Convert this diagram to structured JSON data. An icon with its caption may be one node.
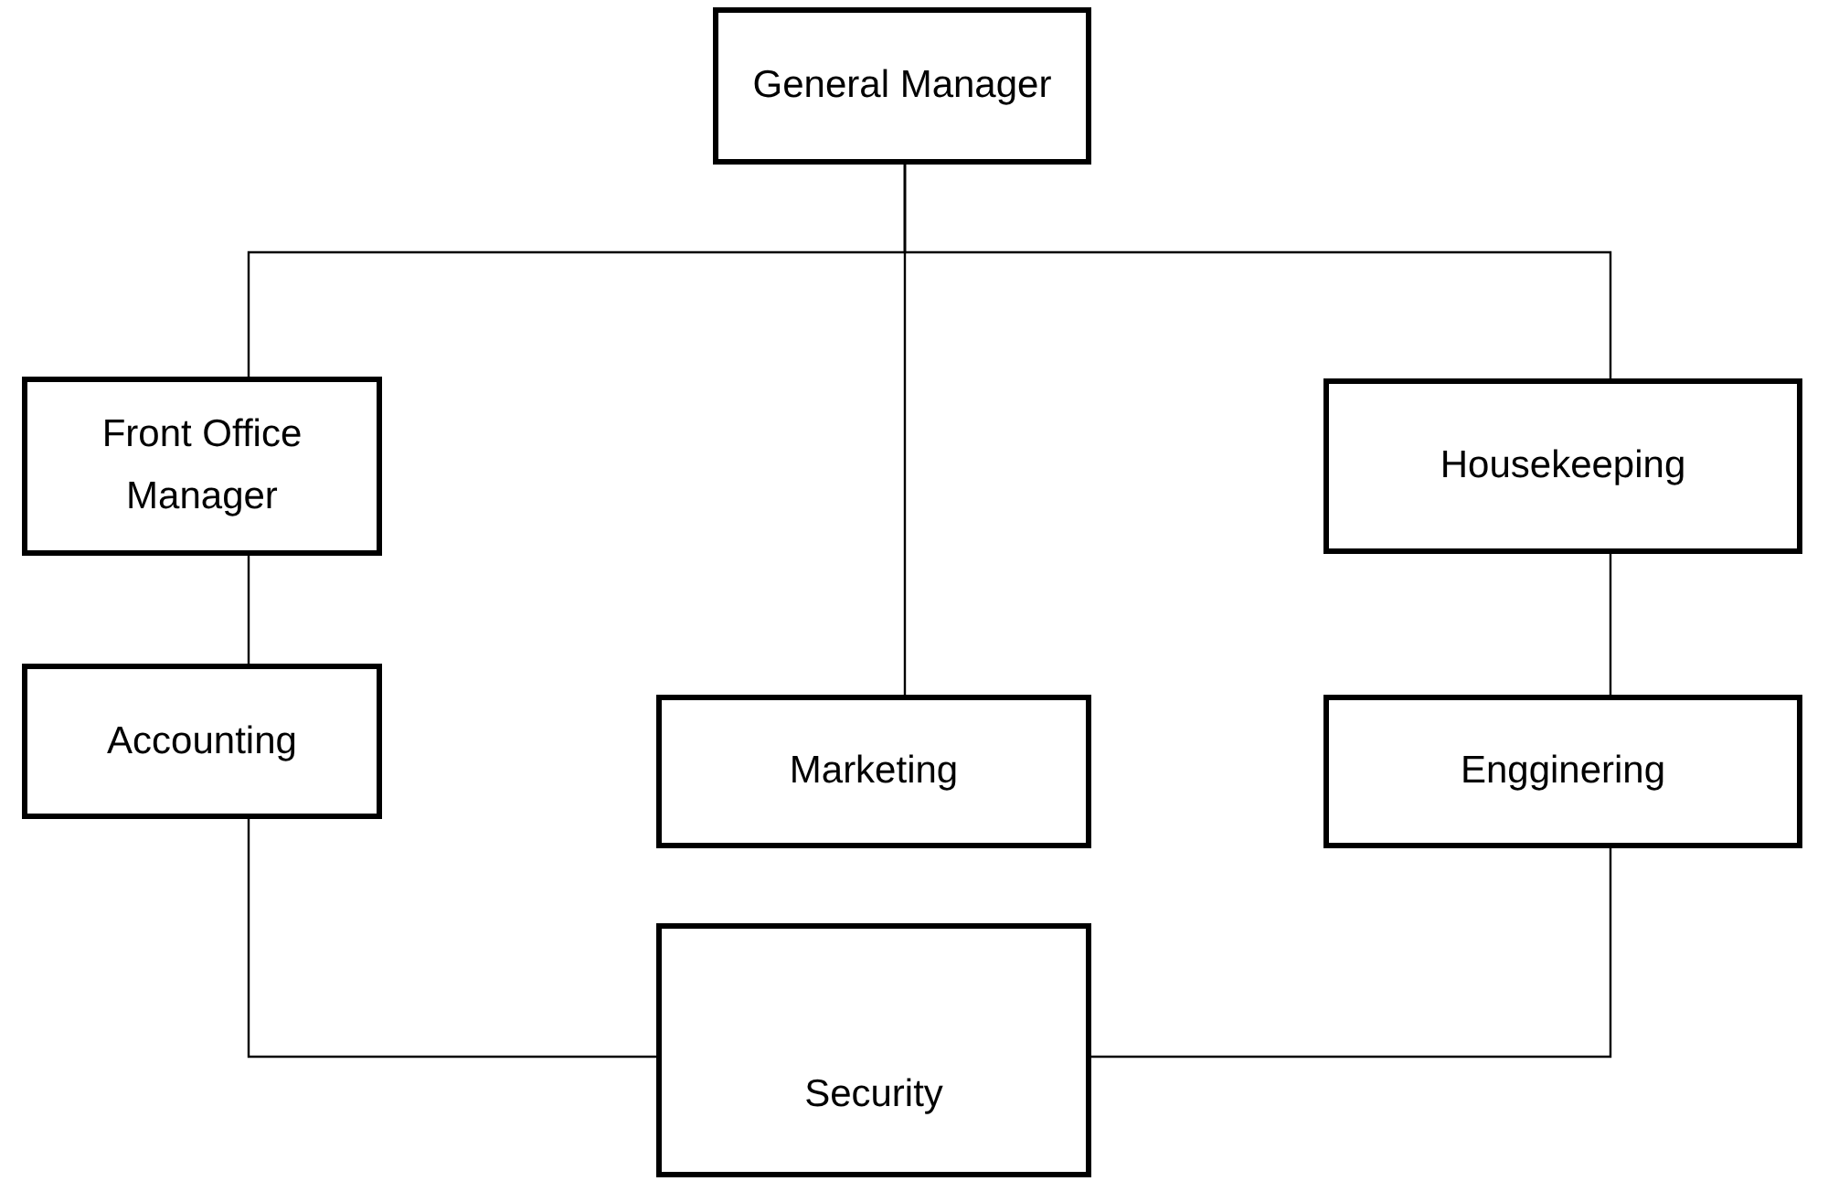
{
  "diagram": {
    "nodes": [
      {
        "text": [
          "General Manager"
        ]
      },
      {
        "text": [
          "Front Office Manager"
        ]
      },
      {
        "text": [
          "Housekeeping"
        ]
      },
      {
        "text": [
          "Accounting"
        ]
      },
      {
        "text": [
          "Marketing"
        ]
      },
      {
        "text": [
          "Engginering"
        ]
      },
      {
        "text": [
          "Security"
        ]
      }
    ],
    "edges": [
      {
        "from": 0,
        "to": 1,
        "arrow": "none"
      },
      {
        "from": 0,
        "to": 4,
        "arrow": "none"
      },
      {
        "from": 0,
        "to": 2,
        "arrow": "none"
      },
      {
        "from": 1,
        "to": 3,
        "arrow": "none"
      },
      {
        "from": 2,
        "to": 5,
        "arrow": "none"
      },
      {
        "from": 3,
        "to": 6,
        "arrow": "none"
      },
      {
        "from": 5,
        "to": 6,
        "arrow": "none"
      }
    ]
  }
}
